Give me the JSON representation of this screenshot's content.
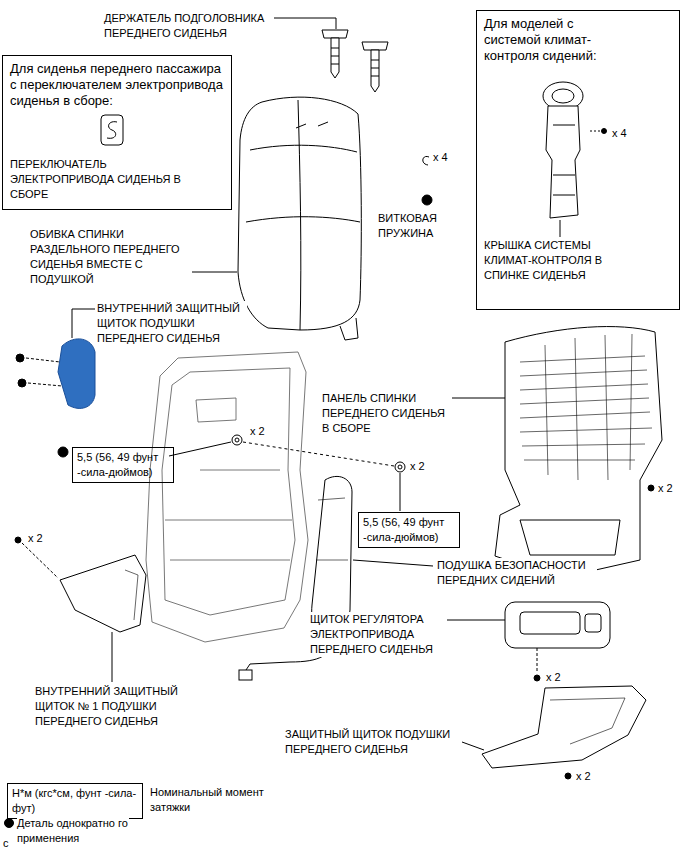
{
  "diagram": {
    "nodes": [
      {
        "text": [
          "Для сиденья переднего пассажира с переключателем электропривода сиденья в сборе:",
          "ПЕРЕКЛЮЧАТЕЛЬ ЭЛЕКТРОПРИВОДА СИДЕНЬЯ В СБОРЕ"
        ]
      },
      {
        "text": [
          "Для моделей с системой климат-контроля сидений:",
          "x 4",
          "КРЫШКА СИСТЕМЫ КЛИМАТ-КОНТРОЛЯ В СПИНКЕ СИДЕНЬЯ"
        ]
      },
      {
        "text": [
          "5,5 (56, 49 фунт -сила-дюймов)"
        ]
      },
      {
        "text": [
          "5,5 (56, 49 фунт -сила-дюймов)"
        ]
      },
      {
        "text": [
          "Н*м (кгс*см, фунт -сила-фут)"
        ]
      }
    ],
    "labels": [
      "ДЕРЖАТЕЛЬ ПОДГОЛОВНИКА ПЕРЕДНЕГО СИДЕНЬЯ",
      "x 4",
      "ВИТКОВАЯ ПРУЖИНА",
      "ОБИВКА СПИНКИ РАЗДЕЛЬНОГО ПЕРЕДНЕГО СИДЕНЬЯ ВМЕСТЕ С ПОДУШКОЙ",
      "ВНУТРЕННИЙ ЗАЩИТНЫЙ ЩИТОК ПОДУШКИ ПЕРЕДНЕГО СИДЕНЬЯ",
      "x 2",
      "x 2",
      "ПАНЕЛЬ СПИНКИ ПЕРЕДНЕГО СИДЕНЬЯ В СБОРЕ",
      "x 2",
      "ПОДУШКА БЕЗОПАСНОСТИ ПЕРЕДНИХ СИДЕНИЙ",
      "ЩИТОК РЕГУЛЯТОРА ЭЛЕКТРОПРИВОДА ПЕРЕДНЕГО СИДЕНЬЯ",
      "x 2",
      "ВНУТРЕННИЙ ЗАЩИТНЫЙ ЩИТОК № 1 ПОДУШКИ ПЕРЕДНЕГО СИДЕНЬЯ",
      "ЗАЩИТНЫЙ ЩИТОК ПОДУШКИ ПЕРЕДНЕГО СИДЕНЬЯ",
      "x 2",
      "x 2",
      "Номинальный момент затяжки",
      "c"
    ],
    "legend": [
      {
        "text": "Деталь однократно го применения"
      }
    ]
  }
}
